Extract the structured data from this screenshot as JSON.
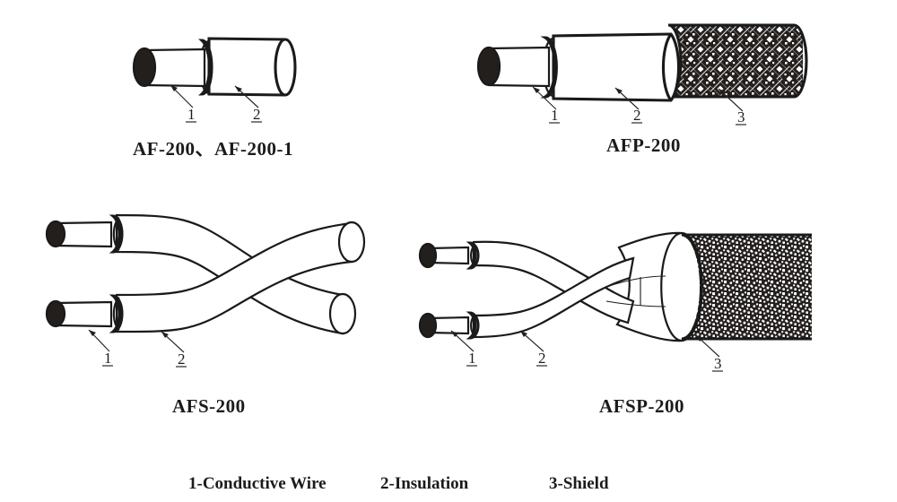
{
  "figure": {
    "title_alt": "Fluoroplastic wire and cable construction diagrams",
    "background_color": "#ffffff",
    "line_color": "#1a1a1a",
    "conductor_end_color": "#231f1d",
    "shield_color": "#231f1d"
  },
  "diagrams": [
    {
      "id": "af-200",
      "caption": "AF-200、AF-200-1",
      "type": "single-core-unshielded",
      "callouts": [
        {
          "number": "1",
          "refers_to": "Conductive Wire"
        },
        {
          "number": "2",
          "refers_to": "Insulation"
        }
      ]
    },
    {
      "id": "afp-200",
      "caption": "AFP-200",
      "type": "single-core-shielded",
      "callouts": [
        {
          "number": "1",
          "refers_to": "Conductive Wire"
        },
        {
          "number": "2",
          "refers_to": "Insulation"
        },
        {
          "number": "3",
          "refers_to": "Shield"
        }
      ]
    },
    {
      "id": "afs-200",
      "caption": "AFS-200",
      "type": "twisted-pair-unshielded",
      "callouts": [
        {
          "number": "1",
          "refers_to": "Conductive Wire"
        },
        {
          "number": "2",
          "refers_to": "Insulation"
        }
      ]
    },
    {
      "id": "afsp-200",
      "caption": "AFSP-200",
      "type": "twisted-pair-shielded",
      "callouts": [
        {
          "number": "1",
          "refers_to": "Conductive Wire"
        },
        {
          "number": "2",
          "refers_to": "Insulation"
        },
        {
          "number": "3",
          "refers_to": "Shield"
        }
      ]
    }
  ],
  "legend": {
    "item1": "1-Conductive Wire",
    "item2": "2-Insulation",
    "item3": "3-Shield"
  }
}
